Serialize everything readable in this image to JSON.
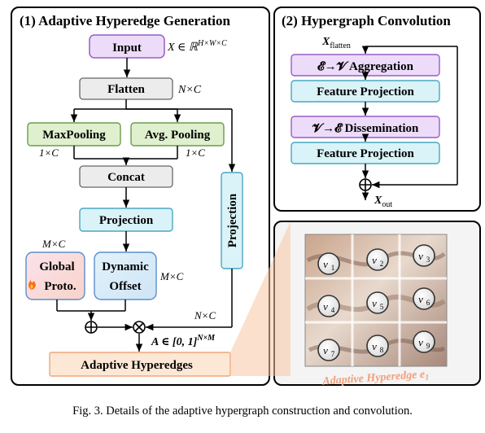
{
  "panel1": {
    "title": "(1) Adaptive Hyperedge Generation",
    "input_label": "Input",
    "input_dim": "X ∈ ℝ",
    "input_dim_sup": "H×W×C",
    "flatten_label": "Flatten",
    "flatten_dim": "N×C",
    "maxpool_label": "MaxPooling",
    "maxpool_dim": "1×C",
    "avgpool_label": "Avg. Pooling",
    "avgpool_dim": "1×C",
    "concat_label": "Concat",
    "projection_label": "Projection",
    "proj_dim": "M×C",
    "global_label_1": "Global",
    "global_label_2": "Proto.",
    "dynamic_label_1": "Dynamic",
    "dynamic_label_2": "Offset",
    "dynamic_dim": "M×C",
    "side_projection_label": "Projection",
    "side_dim": "N×C",
    "a_label": "A ∈ [0, 1]",
    "a_sup": "N×M",
    "plus_symbol": "⊕",
    "times_symbol": "⊗",
    "output_label": "Adaptive Hyperedges"
  },
  "panel2": {
    "title": "(2) Hypergraph Convolution",
    "x_flatten": "X",
    "x_flatten_sub": "flatten",
    "agg_label": "𝓔→𝓥 Aggregation",
    "feat_proj_1": "Feature Projection",
    "dis_label": "𝓥→𝓔 Dissemination",
    "feat_proj_2": "Feature Projection",
    "plus_symbol": "⊕",
    "x_out": "X",
    "x_out_sub": "out"
  },
  "panel3": {
    "nodes": [
      "v1",
      "v2",
      "v3",
      "v4",
      "v5",
      "v6",
      "v7",
      "v8",
      "v9"
    ],
    "node_subs": [
      "1",
      "2",
      "3",
      "4",
      "5",
      "6",
      "7",
      "8",
      "9"
    ],
    "label": "Adaptive Hyperedge e",
    "label_sub": "1"
  },
  "caption": "Fig. 3.  Details of the adaptive hypergraph construction and convolution."
}
